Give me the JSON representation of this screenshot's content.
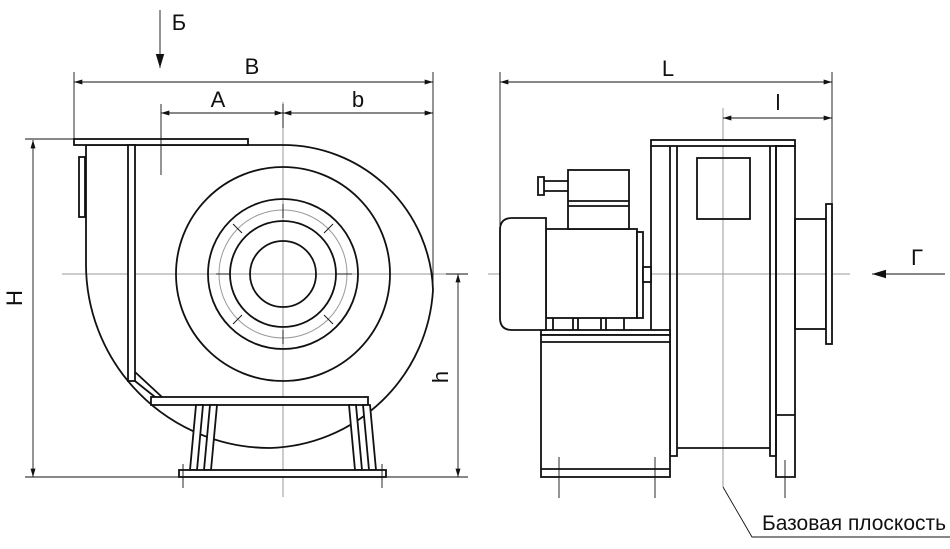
{
  "labels": {
    "view_b": "Б",
    "dim_B": "B",
    "dim_A": "A",
    "dim_b": "b",
    "dim_H": "H",
    "dim_h": "h",
    "dim_L": "L",
    "dim_l": "l",
    "view_g": "Г",
    "base_plane": "Базовая плоскость"
  }
}
